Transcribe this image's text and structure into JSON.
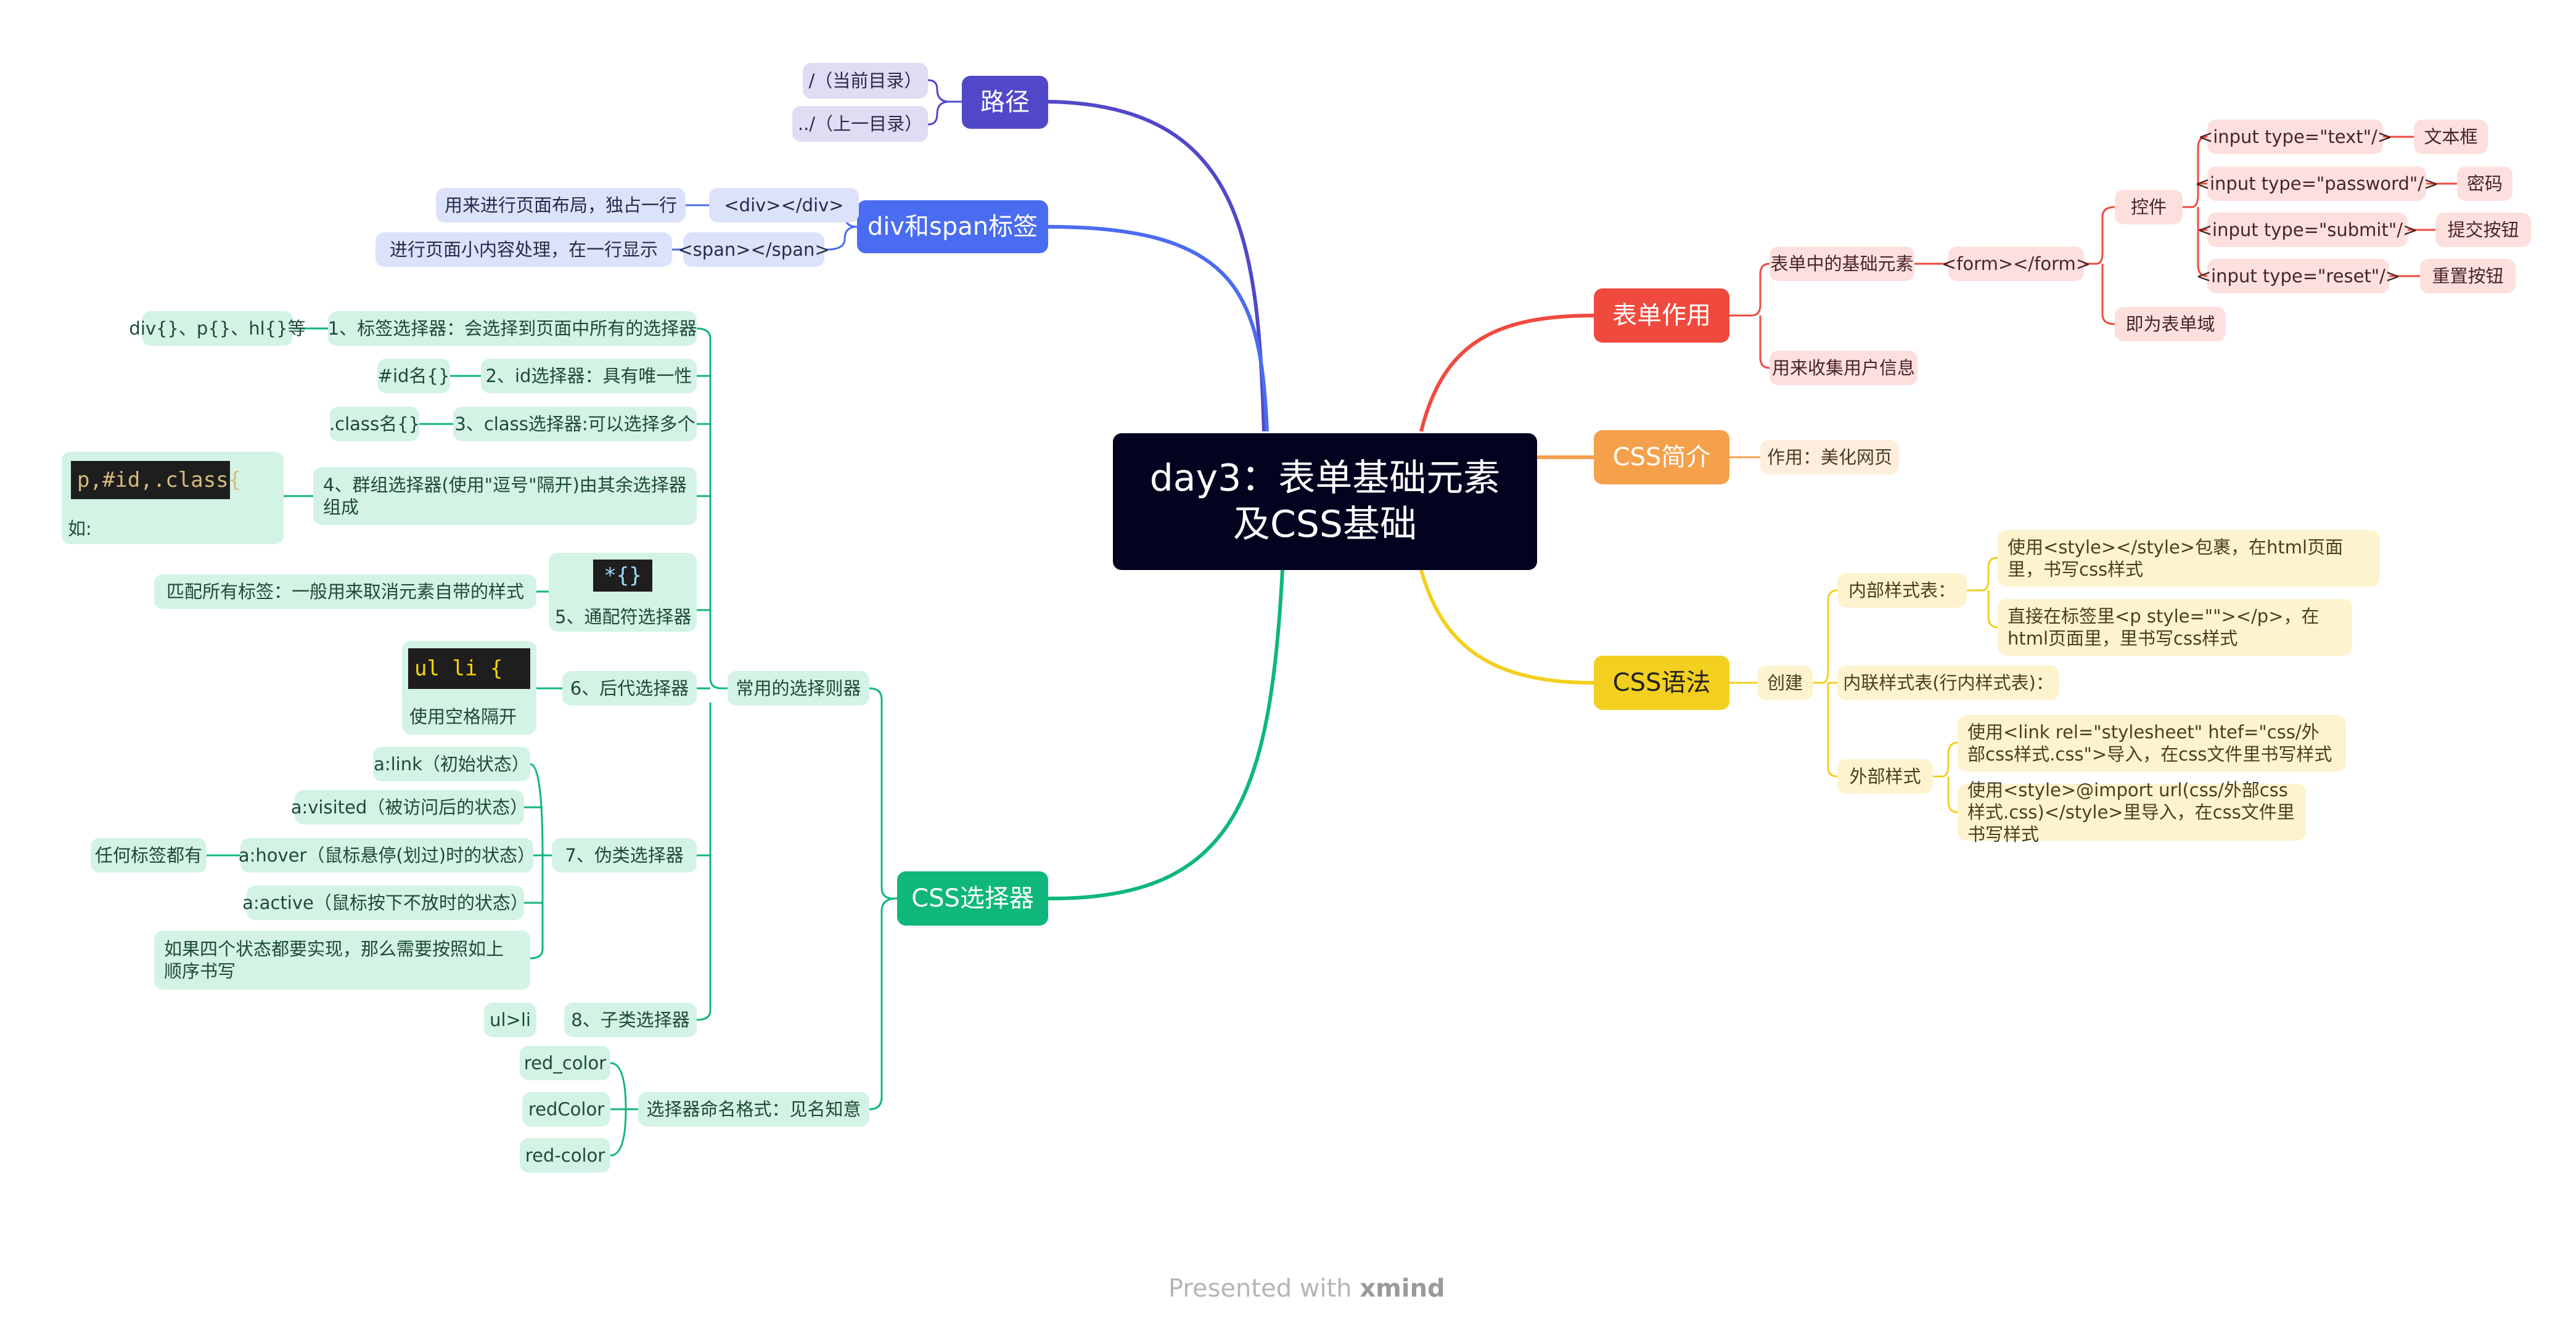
{
  "central": {
    "line1": "day3：表单基础元素",
    "line2": "及CSS基础"
  },
  "branches": {
    "path": {
      "label": "路径",
      "color": "#5148c9",
      "items": [
        "/（当前目录）",
        "../（上一目录）"
      ]
    },
    "div_span": {
      "label": "div和span标签",
      "color": "#4a6cf0",
      "div_tag": "<div></div>",
      "div_desc": "用来进行页面布局，独占一行",
      "span_tag": "<span></span>",
      "span_desc": "进行页面小内容处理，在一行显示"
    },
    "selectors": {
      "label": "CSS选择器",
      "color": "#0fb77a",
      "common": "常用的选择则器",
      "s1": "1、标签选择器：会选择到页面中所有的选择器",
      "s1_ex": "div{}、p{}、hl{}等",
      "s2": "2、id选择器：具有唯一性",
      "s2_ex": "#id名{}",
      "s3": "3、class选择器:可以选择多个",
      "s3_ex": ".class名{}",
      "s4": "4、群组选择器(使用\"逗号\"隔开)由其余选择器组成",
      "s4_code": "p,#id,.class{",
      "s4_caption": "如:",
      "s5": "5、通配符选择器",
      "s5_code": "*{}",
      "s5_ex": "匹配所有标签：一般用来取消元素自带的样式",
      "s6": "6、后代选择器",
      "s6_code": "ul li {",
      "s6_caption": "使用空格隔开",
      "s7": "7、伪类选择器",
      "s7_items": [
        "a:link（初始状态）",
        "a:visited（被访问后的状态）",
        "a:hover（鼠标悬停(划过)时的状态）",
        "a:active（鼠标按下不放时的状态）",
        "如果四个状态都要实现，那么需要按照如上顺序书写"
      ],
      "s7_hover_note": "任何标签都有",
      "s8": "8、子类选择器",
      "s8_ex": "ul>li",
      "naming": "选择器命名格式：见名知意",
      "naming_items": [
        "red_color",
        "redColor",
        "red-color"
      ]
    },
    "form": {
      "label": "表单作用",
      "color": "#f04a3e",
      "basic": "表单中的基础元素",
      "form_tag": "<form></form>",
      "controls": "控件",
      "inputs": [
        {
          "tag": "<input type=\"text\"/>",
          "desc": "文本框"
        },
        {
          "tag": "<input type=\"password\"/>",
          "desc": "密码"
        },
        {
          "tag": "<input type=\"submit\"/>",
          "desc": "提交按钮"
        },
        {
          "tag": "<input type=\"reset\"/>",
          "desc": "重置按钮"
        }
      ],
      "domain": "即为表单域",
      "collect": "用来收集用户信息"
    },
    "css_intro": {
      "label": "CSS简介",
      "color": "#f5a04a",
      "desc": "作用：美化网页"
    },
    "css_syntax": {
      "label": "CSS语法",
      "color": "#f3cf1f",
      "create": "创建",
      "internal": "内部样式表：",
      "internal_items": [
        "使用<style></style>包裹，在html页面里，书写css样式",
        "直接在标签里<p style=\"\"></p>，在html页面里，里书写css样式"
      ],
      "inline": "内联样式表(行内样式表)：",
      "external": "外部样式",
      "external_items": [
        "使用<link rel=\"stylesheet\" htef=\"css/外部css样式.css\">导入，在css文件里书写样式",
        "使用<style>@import url(css/外部css样式.css)</style>里导入，在css文件里书写样式"
      ]
    }
  },
  "footer": {
    "text": "Presented with ",
    "brand": "xmind"
  }
}
